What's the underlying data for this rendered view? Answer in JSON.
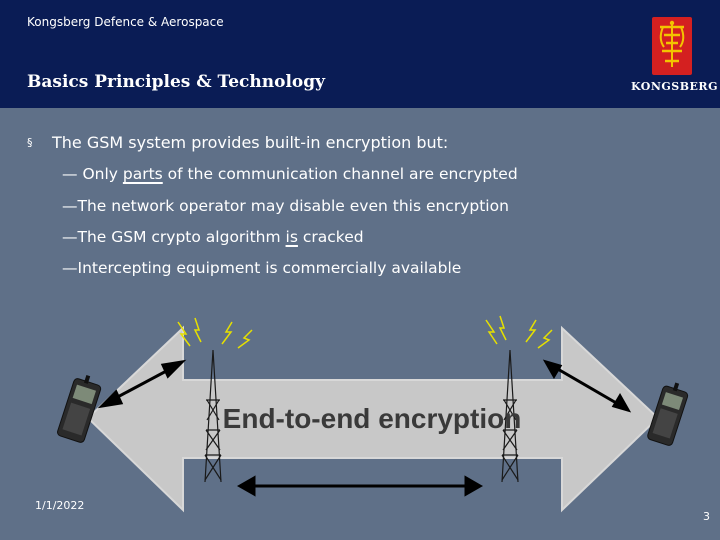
{
  "header": {
    "company": "Kongsberg Defence & Aerospace",
    "title": "Basics Principles & Technology",
    "logo_word": "KONGSBERG"
  },
  "bullets": {
    "main_marker": "§",
    "main_text": "The GSM system provides built-in encryption but:",
    "sub": [
      {
        "dash": "— ",
        "before": "Only ",
        "emph": "parts",
        "after": " of the communication channel are encrypted"
      },
      {
        "dash": "—",
        "before": "The network operator may disable even this encryption",
        "emph": "",
        "after": ""
      },
      {
        "dash": "—",
        "before": "The GSM crypto algorithm ",
        "emph": "is",
        "after": " cracked"
      },
      {
        "dash": "—",
        "before": "Intercepting equipment is commercially available",
        "emph": "",
        "after": ""
      }
    ]
  },
  "diagram": {
    "label": "End-to-end encryption",
    "icons": [
      "mobile-phone-icon",
      "radio-tower-icon",
      "radio-tower-icon",
      "mobile-phone-icon"
    ]
  },
  "footer": {
    "date": "1/1/2022",
    "page": "3"
  },
  "colors": {
    "header_bg": "#0a1c55",
    "body_bg": "#5f7088",
    "arrow_fill": "#c8c8c8",
    "logo_red": "#d42020"
  }
}
